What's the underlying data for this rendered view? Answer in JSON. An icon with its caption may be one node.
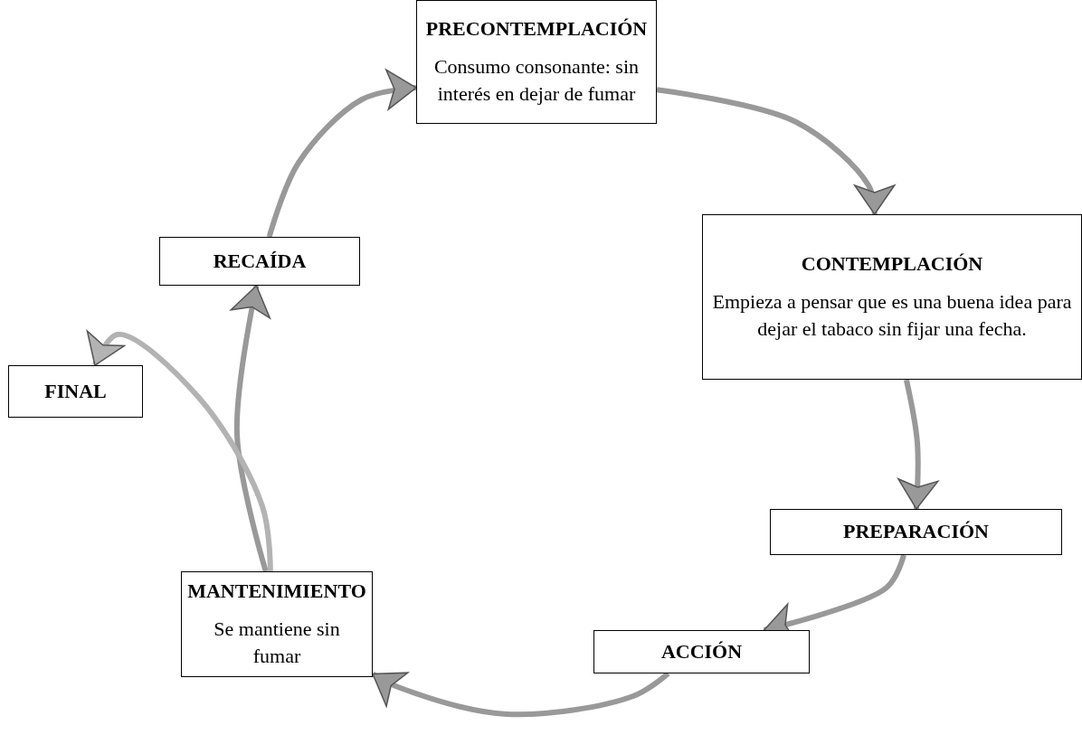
{
  "diagram": {
    "nodes": [
      {
        "text": [
          "PRECONTEMPLACIÓN",
          "Consumo consonante: sin interés en dejar de fumar"
        ]
      },
      {
        "text": [
          "CONTEMPLACIÓN",
          "Empieza a pensar que es una buena idea para dejar el tabaco sin fijar una fecha."
        ]
      },
      {
        "text": [
          "PREPARACIÓN"
        ]
      },
      {
        "text": [
          "ACCIÓN"
        ]
      },
      {
        "text": [
          "MANTENIMIENTO",
          "Se mantiene sin fumar"
        ]
      },
      {
        "text": [
          "RECAÍDA"
        ]
      },
      {
        "text": [
          "FINAL"
        ]
      }
    ],
    "edges": [
      {
        "from": 0,
        "to": 1,
        "arrow": "to"
      },
      {
        "from": 1,
        "to": 2,
        "arrow": "to"
      },
      {
        "from": 2,
        "to": 3,
        "arrow": "to"
      },
      {
        "from": 3,
        "to": 4,
        "arrow": "to"
      },
      {
        "from": 4,
        "to": 5,
        "arrow": "to"
      },
      {
        "from": 5,
        "to": 0,
        "arrow": "to"
      },
      {
        "from": 4,
        "to": 6,
        "arrow": "to",
        "color": "#b3b3b3"
      }
    ]
  }
}
